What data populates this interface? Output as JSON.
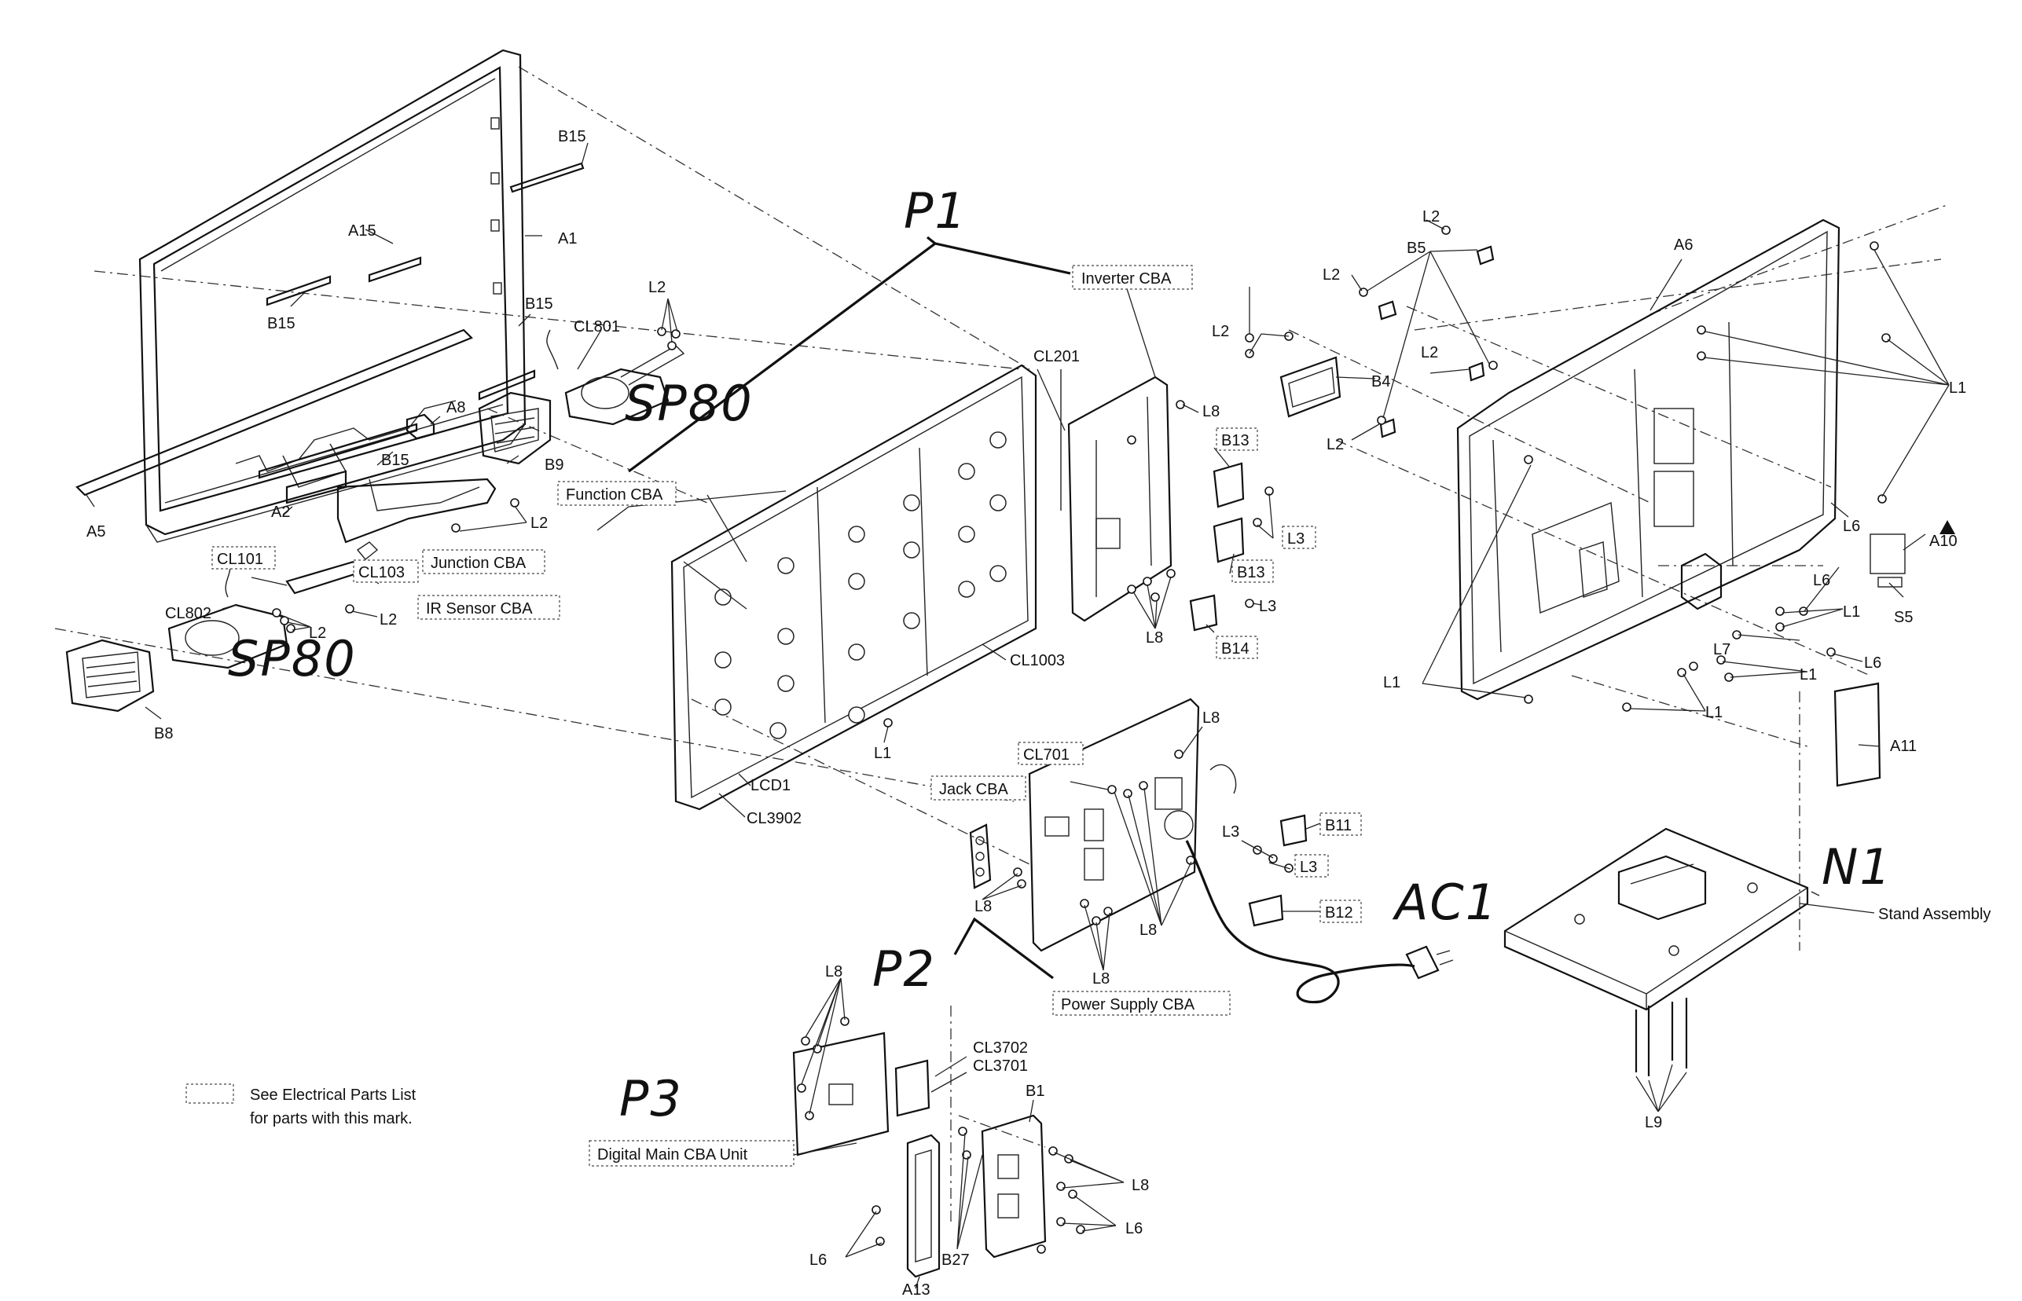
{
  "labels": {
    "B15_a": "B15",
    "A1": "A1",
    "A15": "A15",
    "B15_b": "B15",
    "B15_c": "B15",
    "CL801": "CL801",
    "L2_a": "L2",
    "A8": "A8",
    "B9": "B9",
    "B15_d": "B15",
    "A5": "A5",
    "A2": "A2",
    "L2_b": "L2",
    "CL101": "CL101",
    "CL103": "CL103",
    "CL802": "CL802",
    "L2_c": "L2",
    "L2_d": "L2",
    "B8": "B8",
    "CL201": "CL201",
    "L8_a": "L8",
    "B13_a": "B13",
    "L3_a": "L3",
    "B13_b": "B13",
    "L3_b": "L3",
    "L8_b": "L8",
    "B14": "B14",
    "CL1003": "CL1003",
    "L1_a": "L1",
    "LCD1": "LCD1",
    "CL3902": "CL3902",
    "L2_e": "L2",
    "B5": "B5",
    "L2_f": "L2",
    "L2_g": "L2",
    "B4": "B4",
    "L2_h": "L2",
    "L2_i": "L2",
    "A6": "A6",
    "L1_b": "L1",
    "L6_a": "L6",
    "A10": "A10",
    "L6_b": "L6",
    "S5": "S5",
    "L1_c": "L1",
    "L7": "L7",
    "L6_c": "L6",
    "L1_d": "L1",
    "L1_e": "L1",
    "L1_f": "L1",
    "A11": "A11",
    "CL701": "CL701",
    "L8_c": "L8",
    "B11": "B11",
    "L3_c": "L3",
    "L3_d": "L3",
    "B12": "B12",
    "L8_d": "L8",
    "L8_e": "L8",
    "L8_f": "L8",
    "L8_g": "L8",
    "CL3702": "CL3702",
    "CL3701": "CL3701",
    "B1": "B1",
    "L8_h": "L8",
    "L6_d": "L6",
    "L6_e": "L6",
    "B27": "B27",
    "A13": "A13",
    "L9": "L9"
  },
  "boxed_labels": {
    "inverter_cba": "Inverter CBA",
    "function_cba": "Function CBA",
    "junction_cba": "Junction CBA",
    "ir_sensor_cba": "IR Sensor CBA",
    "jack_cba": "Jack CBA",
    "power_supply_cba": "Power Supply CBA",
    "digital_main_cba": "Digital Main CBA Unit",
    "b13_a": "B13",
    "b13_b": "B13",
    "b14": "B14",
    "b11": "B11",
    "b12": "B12",
    "l3_a": "L3",
    "l3_d": "L3",
    "cl701": "CL701",
    "cl101": "CL101",
    "cl103": "CL103"
  },
  "handwritten": {
    "p1": "P1",
    "p2": "P2",
    "p3": "P3",
    "sp80_a": "SP80",
    "sp80_b": "SP80",
    "ac1": "AC1",
    "n1": "N1"
  },
  "stand_label": "Stand Assembly",
  "legend": {
    "line1": "See Electrical Parts List",
    "line2": "for parts with this mark."
  }
}
